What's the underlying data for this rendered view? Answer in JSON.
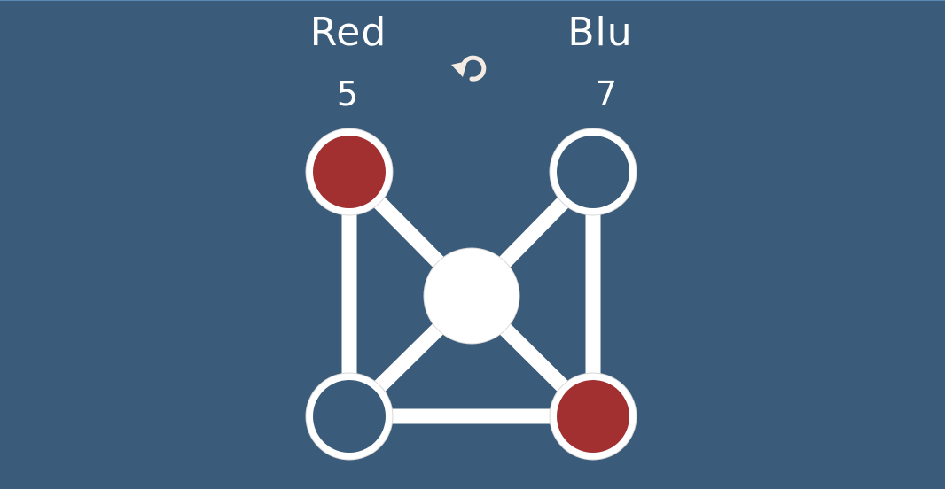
{
  "players": {
    "red": {
      "name": "Red",
      "score": "5",
      "color": "#a23030"
    },
    "blue": {
      "name": "Blu",
      "score": "7",
      "color": "#3a5b79"
    }
  },
  "restart": {
    "icon": "restart-icon"
  },
  "board": {
    "node_fill_empty": "#3a5b79",
    "node_fill_center": "#ffffff",
    "edge_color": "#ffffff",
    "nodes": [
      {
        "id": "top-left",
        "owner": "red"
      },
      {
        "id": "top-right",
        "owner": "blue"
      },
      {
        "id": "center",
        "owner": "neutral"
      },
      {
        "id": "bottom-left",
        "owner": "blue"
      },
      {
        "id": "bottom-right",
        "owner": "red"
      }
    ],
    "edges": [
      [
        "top-left",
        "bottom-left"
      ],
      [
        "top-left",
        "center"
      ],
      [
        "top-right",
        "center"
      ],
      [
        "top-right",
        "bottom-right"
      ],
      [
        "bottom-left",
        "center"
      ],
      [
        "bottom-right",
        "center"
      ],
      [
        "bottom-left",
        "bottom-right"
      ]
    ]
  }
}
